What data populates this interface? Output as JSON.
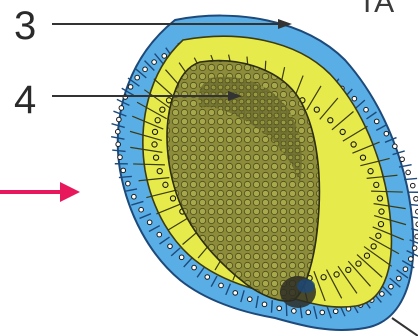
{
  "labels": {
    "three": "3",
    "four": "4"
  },
  "corner_text": "TA",
  "colors": {
    "outer_layer": "#5aaee6",
    "outer_cell_border": "#1d4a7a",
    "middle_layer": "#e6ea4a",
    "inner_mass": "#8a8a38",
    "leader_line": "#333333",
    "pointer_arrow": "#e8185c",
    "nucleus": "#1a1a1a"
  }
}
